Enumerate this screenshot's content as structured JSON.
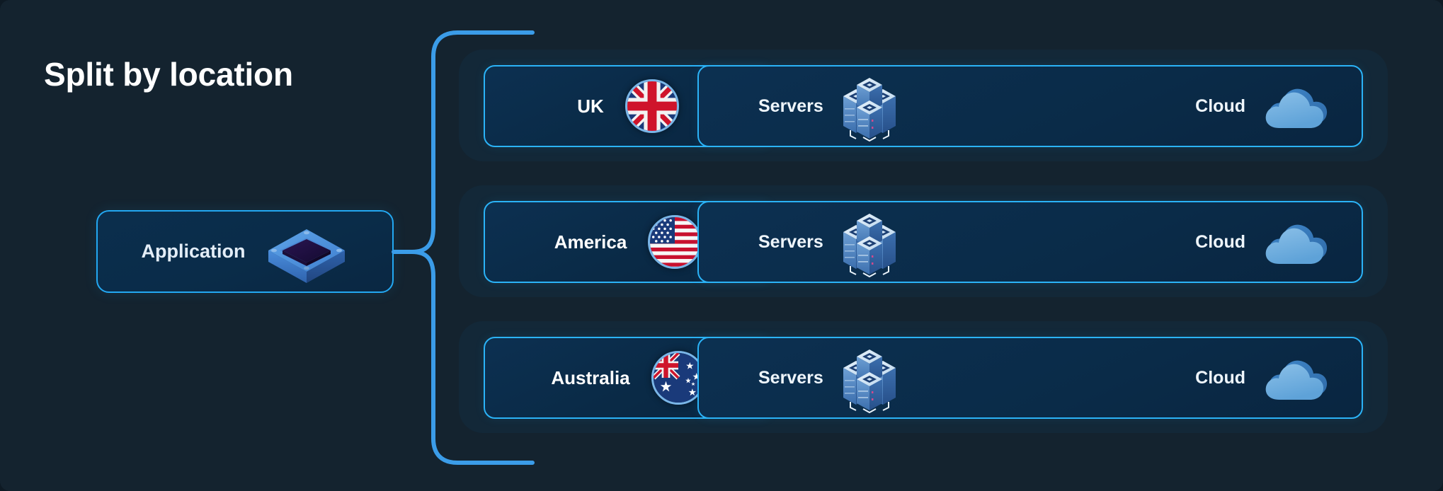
{
  "page": {
    "title": "Split by location",
    "background_color": "#14232f",
    "accent_color": "#2bb3f7",
    "connector_color": "#3b9ce8"
  },
  "source_node": {
    "label": "Application",
    "icon": "application-chip-icon"
  },
  "rows": [
    {
      "region_label": "UK",
      "flag": "uk-flag-icon",
      "arrow": "arrow-right-icon",
      "services": [
        {
          "label": "Servers",
          "icon": "server-rack-icon"
        },
        {
          "label": "Cloud",
          "icon": "cloud-icon"
        }
      ]
    },
    {
      "region_label": "America",
      "flag": "usa-flag-icon",
      "arrow": "arrow-right-icon",
      "services": [
        {
          "label": "Servers",
          "icon": "server-rack-icon"
        },
        {
          "label": "Cloud",
          "icon": "cloud-icon"
        }
      ]
    },
    {
      "region_label": "Australia",
      "flag": "australia-flag-icon",
      "arrow": "arrow-right-icon",
      "services": [
        {
          "label": "Servers",
          "icon": "server-rack-icon"
        },
        {
          "label": "Cloud",
          "icon": "cloud-icon"
        }
      ]
    }
  ]
}
